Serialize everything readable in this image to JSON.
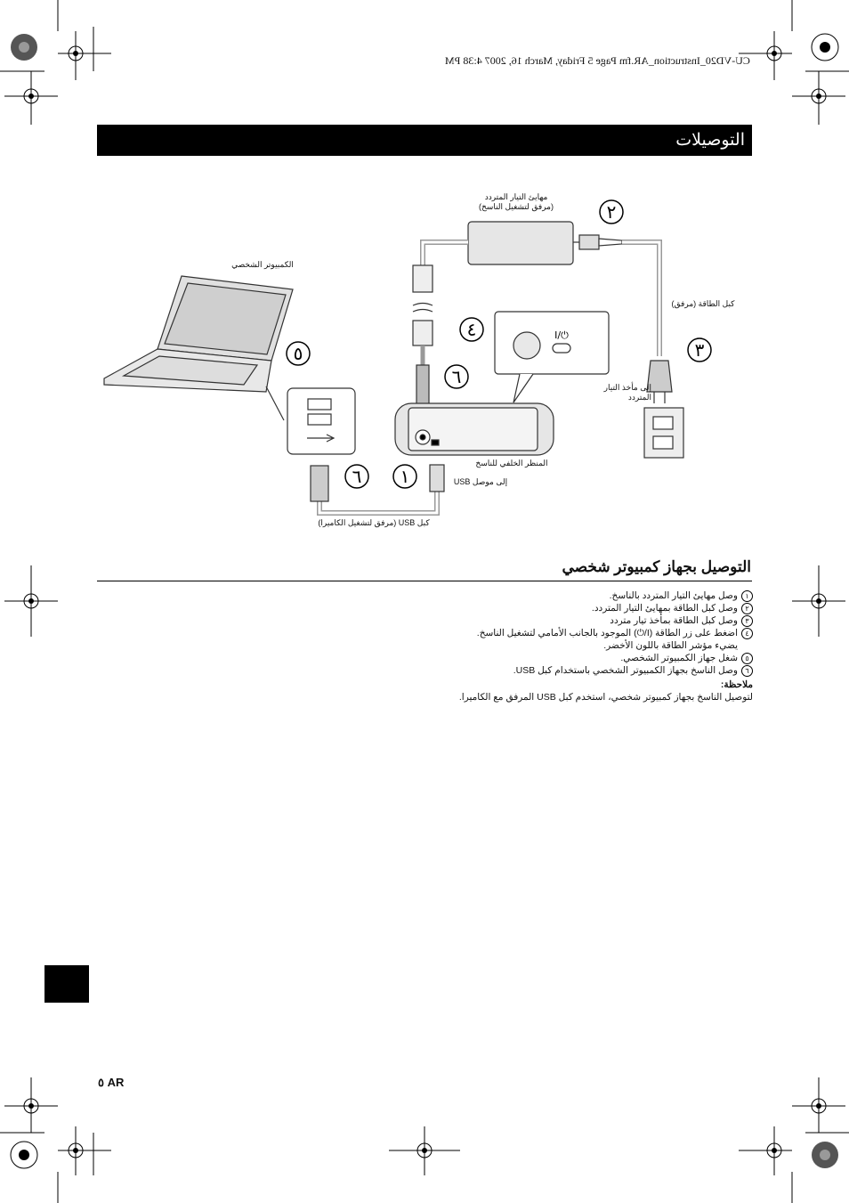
{
  "header": {
    "file_line": "CU-VD20_Instruction_AR.fm  Page 5  Friday, March 16, 2007  4:38 PM"
  },
  "section": {
    "title": "التوصيلات"
  },
  "diagram": {
    "labels": {
      "ac_adapter": "مهايئ التيار المتردد",
      "ac_adapter_sub": "(مرفق لتشغيل الناسخ)",
      "computer": "الكمبيوتر الشخصي",
      "power_cord": "كبل الطاقة (مرفق)",
      "to_outlet": "إلى مأخذ التيار",
      "to_outlet_2": "المتردد",
      "rear_panel": "المنظر الخلفي للناسخ",
      "to_usb": "إلى موصل USB",
      "usb_cable": "كبل USB (مرفق لتشغيل الكاميرا)"
    },
    "callouts": [
      "١",
      "٢",
      "٣",
      "٤",
      "٥",
      "٦",
      "٦"
    ],
    "power_symbol": "I/⏻"
  },
  "connect": {
    "title": "التوصيل بجهاز كمبيوتر شخصي",
    "steps": [
      {
        "num": "١",
        "text": "وصل مهايئ التيار المتردد بالناسخ."
      },
      {
        "num": "٢",
        "text": "وصل كبل الطاقة بمهايئ التيار المتردد."
      },
      {
        "num": "٣",
        "text": "وصل كبل الطاقة بمأخذ تيار متردد"
      },
      {
        "num": "٤",
        "text": "اضغط على زر الطاقة (I/⏻) الموجود بالجانب الأمامي لتشغيل الناسخ."
      },
      {
        "num": "",
        "text": "يضيء مؤشر الطاقة باللون الأخضر."
      },
      {
        "num": "٥",
        "text": "شغل جهاز الكمبيوتر الشخصي."
      },
      {
        "num": "٦",
        "text": "وصل الناسخ بجهاز الكمبيوتر الشخصي باستخدام كبل USB."
      }
    ],
    "note_title": "ملاحظة:",
    "note_text": "لتوصيل الناسخ بجهاز كمبيوتر شخصي، استخدم كبل USB المرفق مع الكاميرا."
  },
  "footer": {
    "page": "٥  AR"
  }
}
